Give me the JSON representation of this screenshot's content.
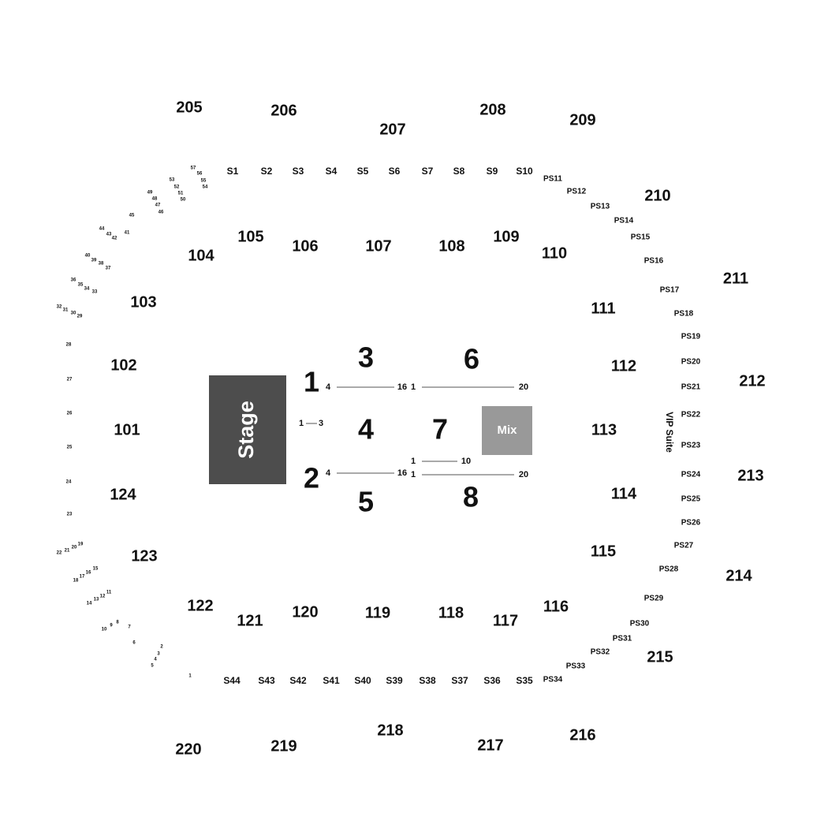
{
  "colors": {
    "stage": "#4d4d4d",
    "mix": "#999999",
    "label": "#111111",
    "row_line": "#555555",
    "block_text": "#ffffff"
  },
  "stage": {
    "label": "Stage"
  },
  "mix": {
    "label": "Mix"
  },
  "vip": {
    "label": "VIP Suite"
  },
  "upper_sections": [
    "205",
    "206",
    "207",
    "208",
    "209",
    "210",
    "211",
    "212",
    "213",
    "214",
    "215",
    "216",
    "217",
    "218",
    "219",
    "220"
  ],
  "lower_sections": [
    "101",
    "102",
    "103",
    "104",
    "105",
    "106",
    "107",
    "108",
    "109",
    "110",
    "111",
    "112",
    "113",
    "114",
    "115",
    "116",
    "117",
    "118",
    "119",
    "120",
    "121",
    "122",
    "123",
    "124"
  ],
  "floor_sections": [
    "1",
    "2",
    "3",
    "4",
    "5",
    "6",
    "7",
    "8"
  ],
  "suites_top": [
    "S1",
    "S2",
    "S3",
    "S4",
    "S5",
    "S6",
    "S7",
    "S8",
    "S9",
    "S10"
  ],
  "suites_bottom": [
    "S44",
    "S43",
    "S42",
    "S41",
    "S40",
    "S39",
    "S38",
    "S37",
    "S36",
    "S35"
  ],
  "party_suites": [
    "PS11",
    "PS12",
    "PS13",
    "PS14",
    "PS15",
    "PS16",
    "PS17",
    "PS18",
    "PS19",
    "PS20",
    "PS21",
    "PS22",
    "PS23",
    "PS24",
    "PS25",
    "PS26",
    "PS27",
    "PS28",
    "PS29",
    "PS30",
    "PS31",
    "PS32",
    "PS33",
    "PS34"
  ],
  "boxes": [
    "57",
    "56",
    "55",
    "54",
    "53",
    "52",
    "51",
    "50",
    "49",
    "48",
    "47",
    "46",
    "45",
    "44",
    "43",
    "42",
    "41",
    "40",
    "39",
    "38",
    "37",
    "36",
    "35",
    "34",
    "33",
    "32",
    "31",
    "30",
    "29",
    "28",
    "27",
    "26",
    "25",
    "24",
    "23",
    "22",
    "21",
    "20",
    "19",
    "18",
    "17",
    "16",
    "15",
    "14",
    "13",
    "12",
    "11",
    "10",
    "9",
    "8",
    "7",
    "6",
    "5",
    "4",
    "3",
    "2",
    "1"
  ],
  "row_markers": [
    {
      "start": "4",
      "end": "16"
    },
    {
      "start": "1",
      "end": "20"
    },
    {
      "start": "1",
      "end": "3"
    },
    {
      "start": "1",
      "end": "10"
    },
    {
      "start": "4",
      "end": "16"
    },
    {
      "start": "1",
      "end": "20"
    }
  ]
}
